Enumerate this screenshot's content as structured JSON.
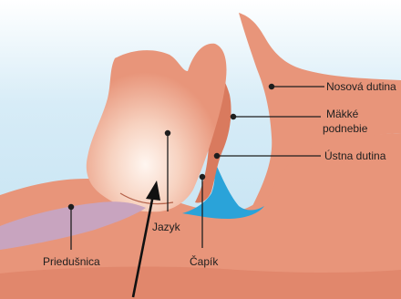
{
  "labels": {
    "nasal_cavity": "Nosová dutina",
    "soft_palate_line1": "Mäkké",
    "soft_palate_line2": "podnebie",
    "oral_cavity": "Ústna dutina",
    "tongue": "Jazyk",
    "uvula": "Čapík",
    "trachea": "Priedušnica"
  },
  "colors": {
    "background_blue": "#bfe0f1",
    "tissue": "#e8957a",
    "tissue_dark": "#d97a5e",
    "tongue_light": "#fbe6dc",
    "airway_blue": "#2aa3d9",
    "trachea_purple": "#c8a4bf",
    "leader_line": "#1e1e1e"
  }
}
